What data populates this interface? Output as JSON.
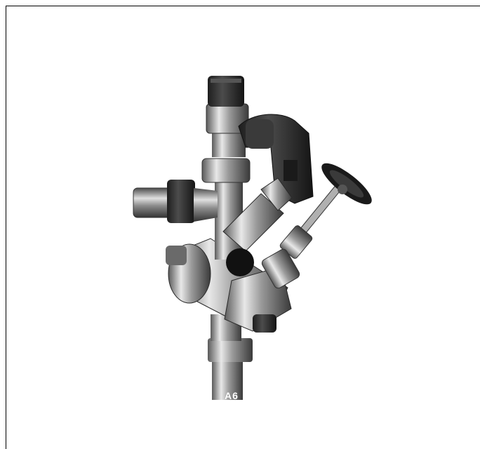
{
  "image": {
    "subject": "valve-assembly",
    "style": "grayscale-photo",
    "background": "#ffffff",
    "border_color": "#000000"
  },
  "overlay": {
    "text": "A6"
  }
}
